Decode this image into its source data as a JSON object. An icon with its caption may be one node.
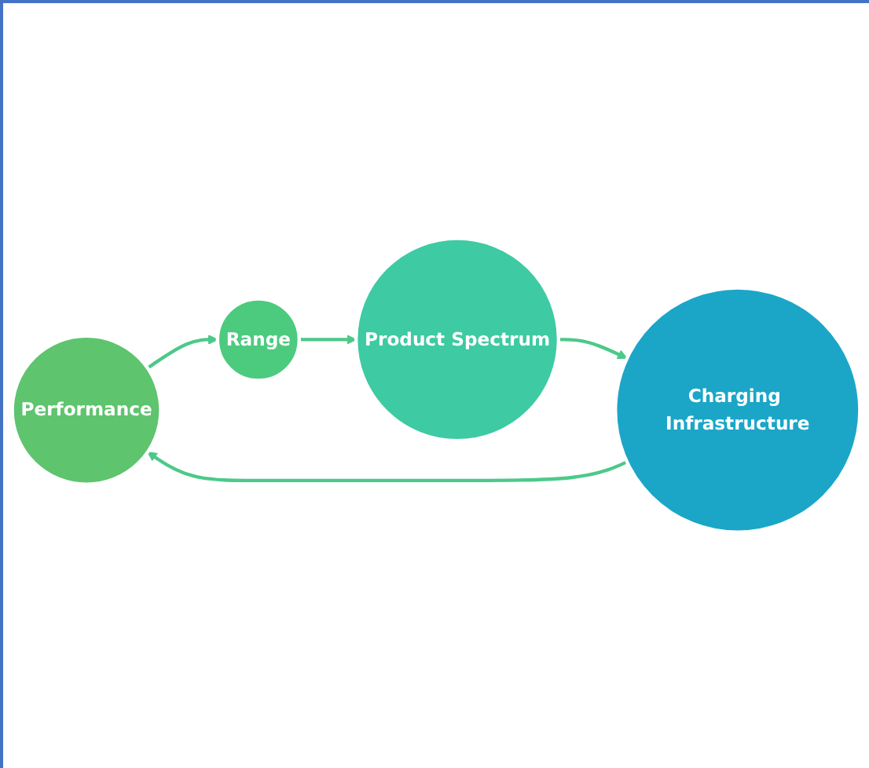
{
  "diagram": {
    "nodes": [
      {
        "text": [
          "Performance"
        ]
      },
      {
        "text": [
          "Range"
        ]
      },
      {
        "text": [
          "Product Spectrum"
        ]
      },
      {
        "text": [
          "Charging Infrastructure"
        ]
      }
    ],
    "edges": [
      {
        "from": 0,
        "to": 1,
        "arrow": "to"
      },
      {
        "from": 1,
        "to": 2,
        "arrow": "to"
      },
      {
        "from": 2,
        "to": 3,
        "arrow": "to"
      },
      {
        "from": 3,
        "to": 0,
        "arrow": "to"
      }
    ]
  }
}
